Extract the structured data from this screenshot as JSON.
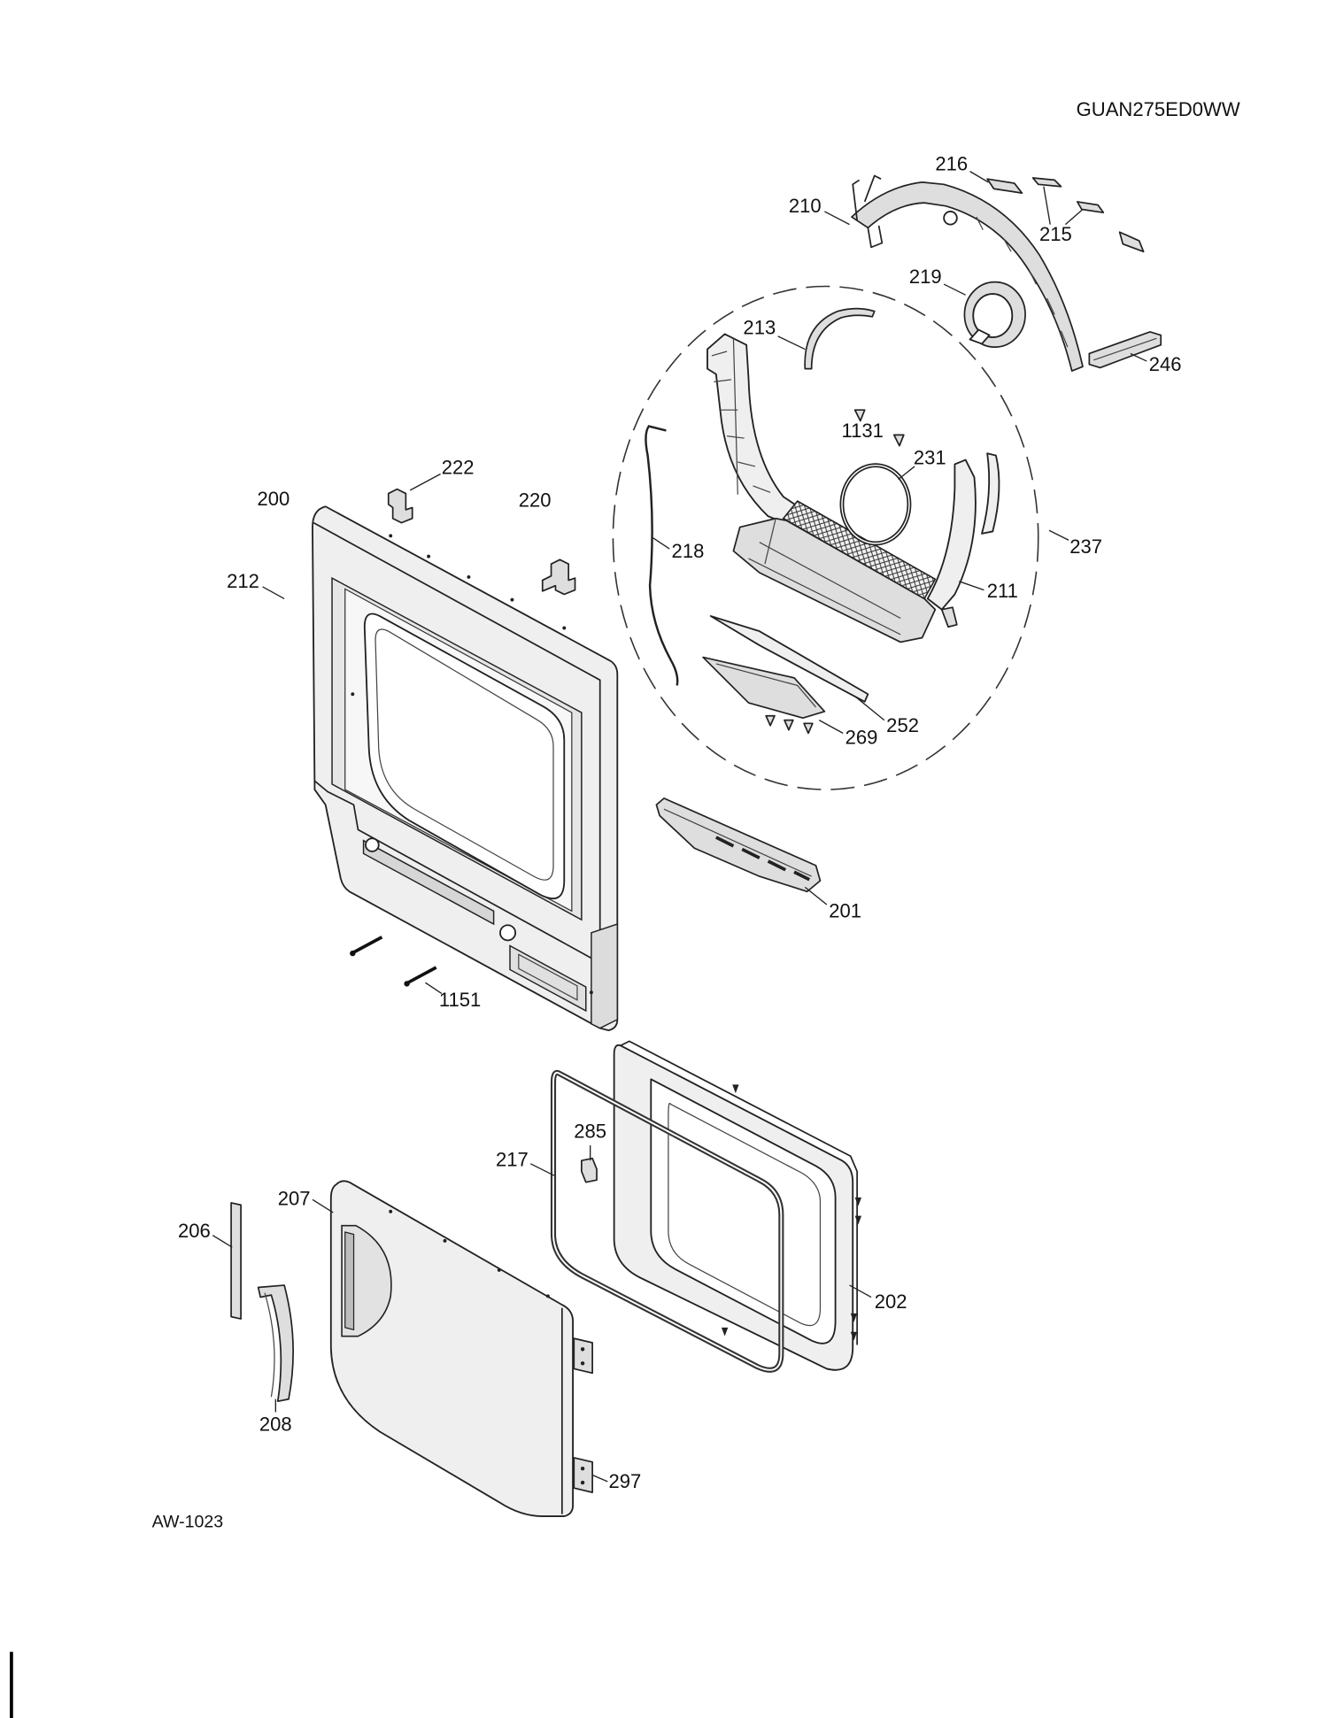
{
  "model": "GUAN275ED0WW",
  "drawing_code": "AW-1023",
  "callouts": [
    "216",
    "210",
    "215",
    "219",
    "213",
    "246",
    "1131",
    "231",
    "222",
    "200",
    "220",
    "237",
    "218",
    "212",
    "211",
    "252",
    "269",
    "201",
    "1151",
    "285",
    "217",
    "207",
    "206",
    "202",
    "208",
    "297"
  ]
}
